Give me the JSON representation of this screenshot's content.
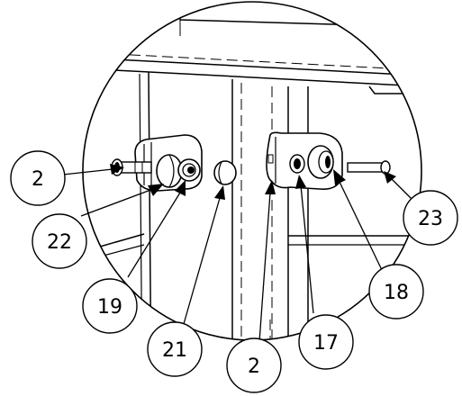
{
  "callouts": [
    {
      "id": "c-2-left",
      "label": "2"
    },
    {
      "id": "c-22",
      "label": "22"
    },
    {
      "id": "c-19",
      "label": "19"
    },
    {
      "id": "c-21",
      "label": "21"
    },
    {
      "id": "c-2-bottom",
      "label": "2"
    },
    {
      "id": "c-17",
      "label": "17"
    },
    {
      "id": "c-18",
      "label": "18"
    },
    {
      "id": "c-23",
      "label": "23"
    }
  ]
}
